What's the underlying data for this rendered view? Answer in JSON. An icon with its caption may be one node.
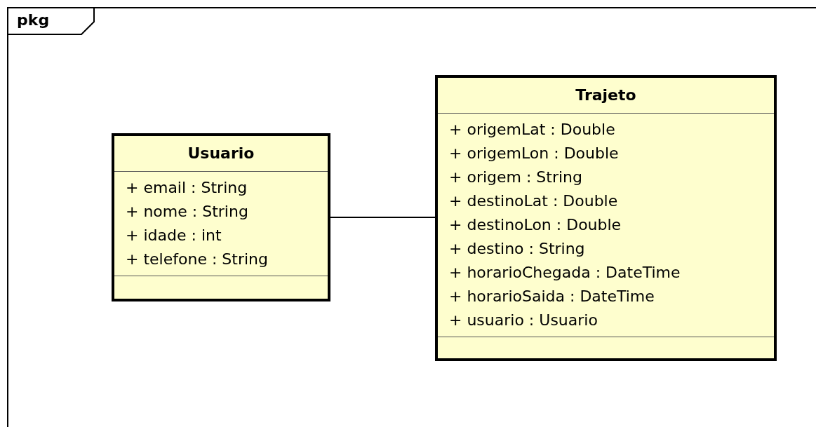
{
  "diagram": {
    "nodes": [
      {
        "text": [
          "pkg"
        ]
      },
      {
        "text": [
          "Usuario",
          "+ email : String",
          "+ nome : String",
          "+ idade : int",
          "+ telefone : String"
        ],
        "in": 0
      },
      {
        "text": [
          "Trajeto",
          "+ origemLat : Double",
          "+ origemLon : Double",
          "+ origem : String",
          "+ destinoLat : Double",
          "+ destinoLon : Double",
          "+ destino : String",
          "+ horarioChegada : DateTime",
          "+ horarioSaida : DateTime",
          "+ usuario : Usuario"
        ],
        "in": 0
      }
    ],
    "edges": [
      {
        "from": 1,
        "to": 2,
        "arrow": "none"
      }
    ]
  }
}
